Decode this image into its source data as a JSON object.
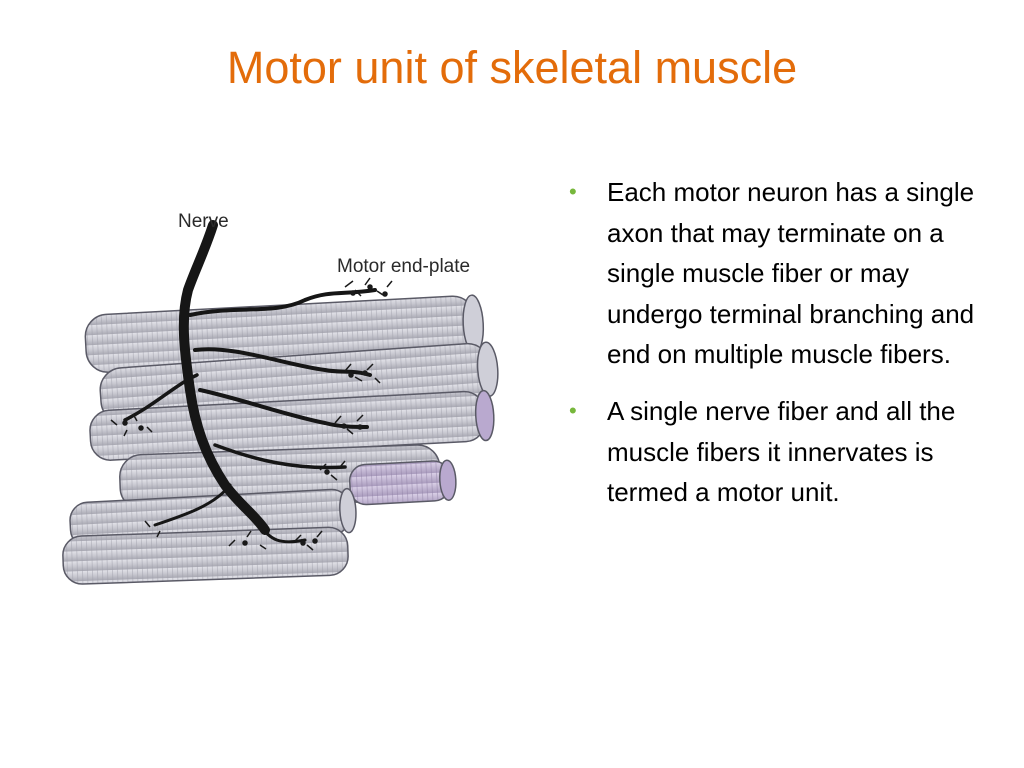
{
  "slide": {
    "title": "Motor unit of skeletal muscle",
    "title_color": "#E36C0A",
    "bullet_color": "#77B73C"
  },
  "figure": {
    "labels": {
      "nerve": "Nerve",
      "end_plate": "Motor end-plate"
    }
  },
  "bullets": [
    {
      "text": "Each motor neuron has a single axon that may terminate on a single muscle fiber or may undergo terminal branching and end on multiple muscle fibers."
    },
    {
      "text": "A single nerve fiber and all the muscle fibers it innervates is termed a motor unit."
    }
  ]
}
